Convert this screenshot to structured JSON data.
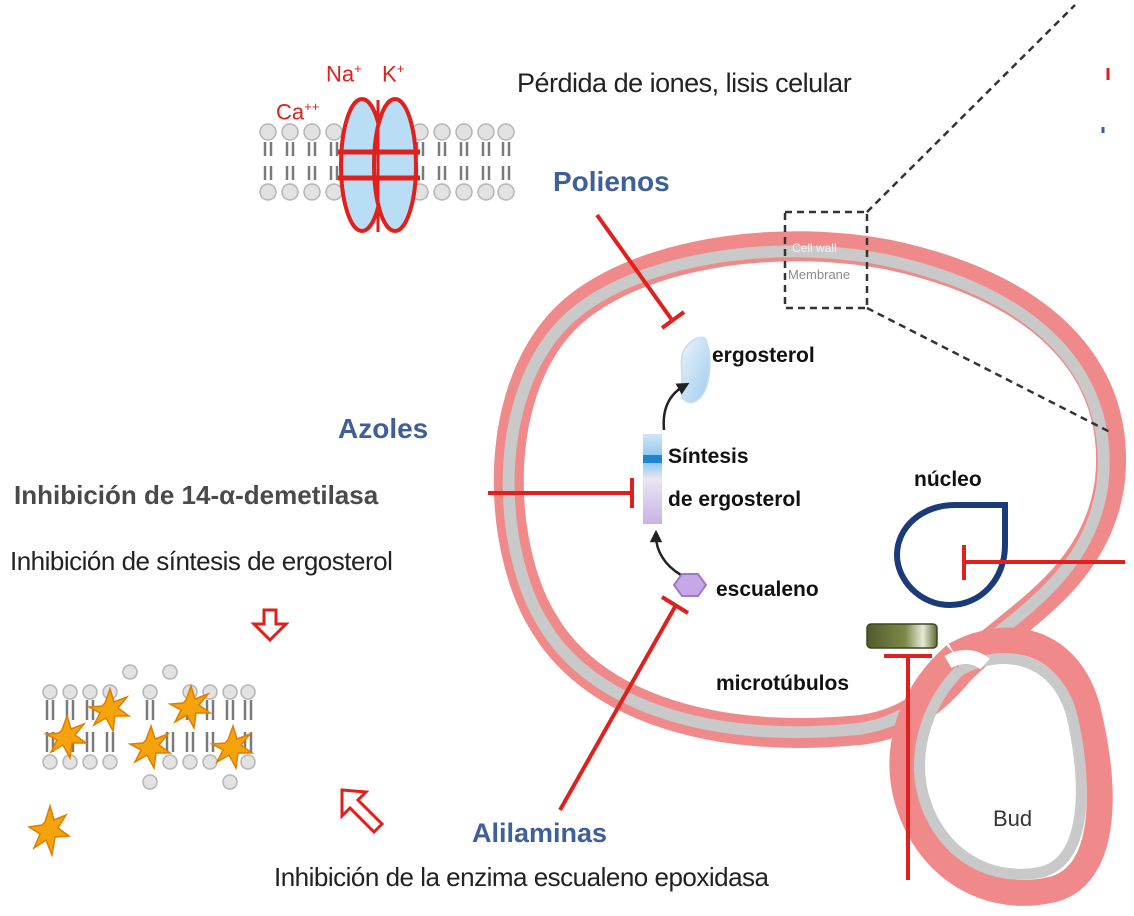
{
  "labels": {
    "ions_sodium": "Na",
    "ions_sodium_charge": "+",
    "ions_potassium": "K",
    "ions_potassium_charge": "+",
    "ions_calcium": "Ca",
    "ions_calcium_charge": "++",
    "ion_loss": "Pérdida de iones, lisis celular",
    "polienos": "Polienos",
    "cell_wall": "Cell wall",
    "membrane": "Membrane",
    "ergosterol": "ergosterol",
    "azoles": "Azoles",
    "synthesis_line1": "Síntesis",
    "synthesis_line2": "de ergosterol",
    "demethylase": "Inhibición de 14-α-demetilasa",
    "ergosterol_synthesis_inhibition": "Inhibición de síntesis de ergosterol",
    "nucleus": "núcleo",
    "squalene": "escualeno",
    "microtubules": "microtúbulos",
    "allylamines": "Alilaminas",
    "epoxidase": "Inhibición de la enzima escualeno epoxidasa",
    "bud": "Bud"
  },
  "colors": {
    "inhibitor_red": "#e0201c",
    "cell_wall_pink": "#f08a8a",
    "membrane_grey": "#c9c9c9",
    "drug_blue": "#3f5f9a",
    "nucleus_navy": "#1b3a7a",
    "spark_orange": "#f5a30a"
  }
}
